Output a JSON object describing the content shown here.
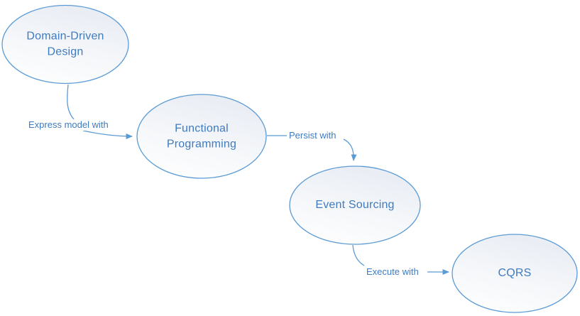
{
  "diagram": {
    "type": "flow-diagram",
    "background": "#FFFFFF",
    "nodes": [
      {
        "id": "ddd",
        "label": "Domain-Driven Design",
        "shape": "ellipse"
      },
      {
        "id": "fp",
        "label": "Functional Programming",
        "shape": "ellipse"
      },
      {
        "id": "es",
        "label": "Event Sourcing",
        "shape": "ellipse"
      },
      {
        "id": "cqrs",
        "label": "CQRS",
        "shape": "ellipse"
      }
    ],
    "edges": [
      {
        "from": "ddd",
        "to": "fp",
        "label": "Express model with"
      },
      {
        "from": "fp",
        "to": "es",
        "label": "Persist with"
      },
      {
        "from": "es",
        "to": "cqrs",
        "label": "Execute with"
      }
    ],
    "colors": {
      "node_stroke": "#5B9BD5",
      "node_fill_top": "#E8ECF3",
      "node_fill_bottom": "#FEFEFE",
      "connector": "#5B9BD5",
      "arrowhead": "#5B9BD5",
      "text": "#3E7BC0"
    }
  }
}
